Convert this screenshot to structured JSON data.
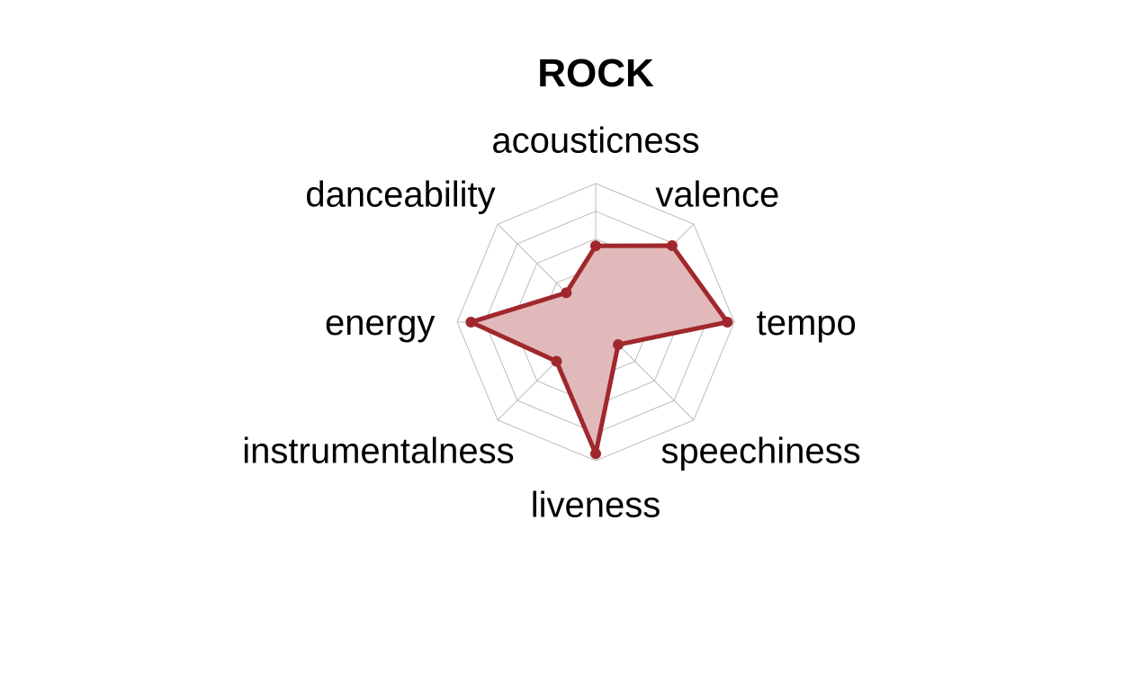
{
  "chart_data": {
    "type": "radar",
    "title": "ROCK",
    "axes": [
      "acousticness",
      "valence",
      "tempo",
      "speechiness",
      "liveness",
      "instrumentalness",
      "energy",
      "danceability"
    ],
    "range": [
      0,
      1
    ],
    "ring_count": 5,
    "grid": true,
    "series": [
      {
        "values": [
          0.55,
          0.78,
          0.95,
          0.23,
          0.95,
          0.4,
          0.9,
          0.3
        ],
        "line_color": "#a0282d",
        "fill_color": "#e2b9ba"
      }
    ]
  }
}
